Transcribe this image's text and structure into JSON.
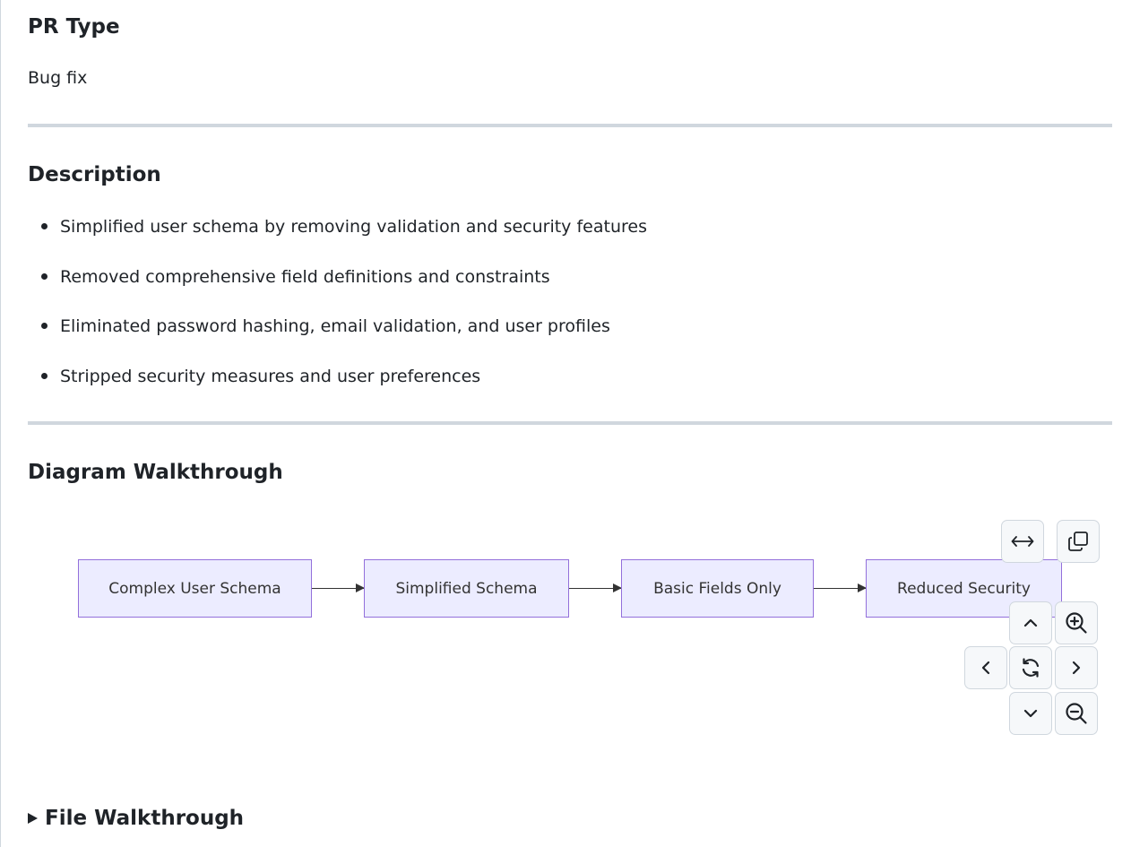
{
  "pr_type": {
    "heading": "PR Type",
    "value": "Bug fix"
  },
  "description": {
    "heading": "Description",
    "items": [
      "Simplified user schema by removing validation and security features",
      "Removed comprehensive field definitions and constraints",
      "Eliminated password hashing, email validation, and user profiles",
      "Stripped security measures and user preferences"
    ]
  },
  "diagram": {
    "heading": "Diagram Walkthrough",
    "nodes": [
      {
        "label": "Complex User Schema"
      },
      {
        "label": "Simplified Schema"
      },
      {
        "label": "Basic Fields Only"
      },
      {
        "label": "Reduced Security"
      }
    ],
    "node_fill": "#ececff",
    "node_stroke": "#9370db",
    "controls": {
      "fit": "fit-width-icon",
      "copy": "copy-icon",
      "up": "chevron-up-icon",
      "zoom_in": "zoom-in-icon",
      "left": "chevron-left-icon",
      "reset": "reset-icon",
      "right": "chevron-right-icon",
      "down": "chevron-down-icon",
      "zoom_out": "zoom-out-icon"
    }
  },
  "file_walkthrough": {
    "heading": "File Walkthrough"
  }
}
